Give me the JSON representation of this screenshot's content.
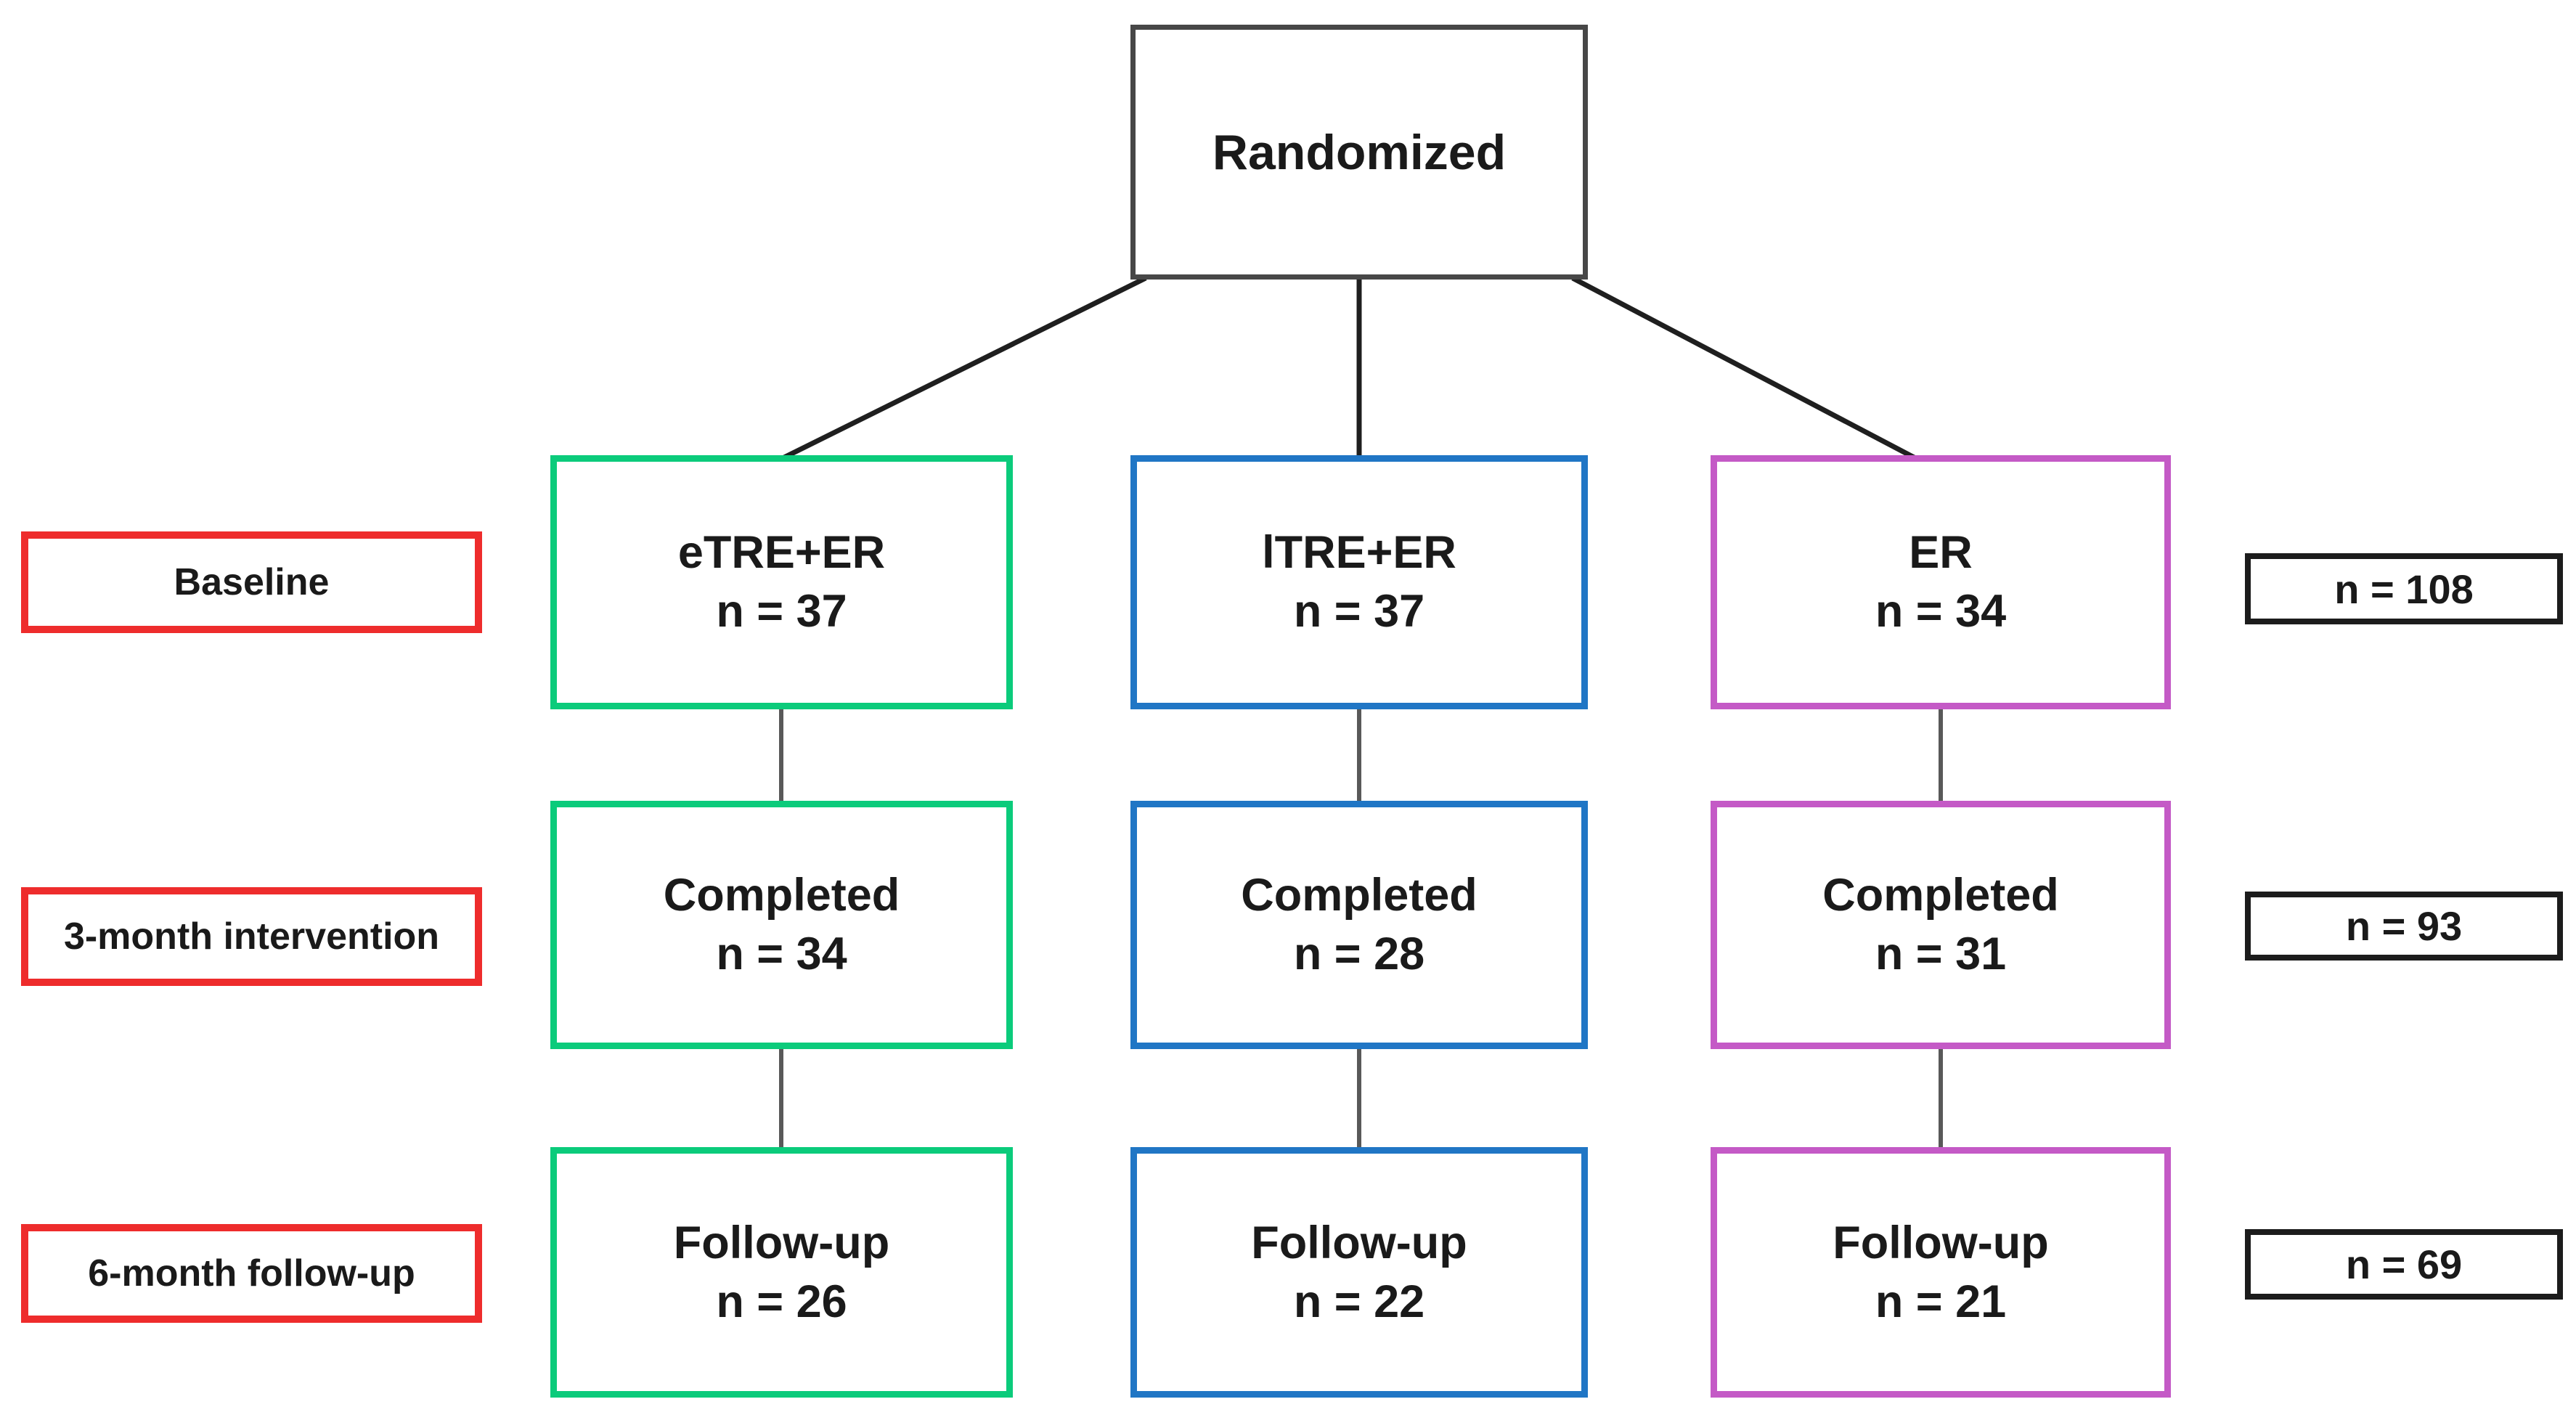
{
  "figure": {
    "root": {
      "label": "Randomized"
    },
    "stage_labels": [
      "Baseline",
      "3-month intervention",
      "6-month follow-up"
    ],
    "stage_totals": [
      "n = 108",
      "n = 93",
      "n = 69"
    ],
    "arms": [
      {
        "name": "eTRE+ER",
        "color": "#0bcb7b",
        "boxes": [
          [
            "eTRE+ER",
            "n = 37"
          ],
          [
            "Completed",
            "n = 34"
          ],
          [
            "Follow-up",
            "n = 26"
          ]
        ]
      },
      {
        "name": "lTRE+ER",
        "color": "#2076c5",
        "boxes": [
          [
            "lTRE+ER",
            "n = 37"
          ],
          [
            "Completed",
            "n = 28"
          ],
          [
            "Follow-up",
            "n = 22"
          ]
        ]
      },
      {
        "name": "ER",
        "color": "#c45ac6",
        "boxes": [
          [
            "ER",
            "n = 34"
          ],
          [
            "Completed",
            "n = 31"
          ],
          [
            "Follow-up",
            "n = 21"
          ]
        ]
      }
    ],
    "colors": {
      "stage_label_border": "#ee2c2c",
      "root_border": "#474747",
      "total_border": "#1c1c1c",
      "connector_dark": "#1f1f1f",
      "connector_gray": "#595959"
    }
  }
}
